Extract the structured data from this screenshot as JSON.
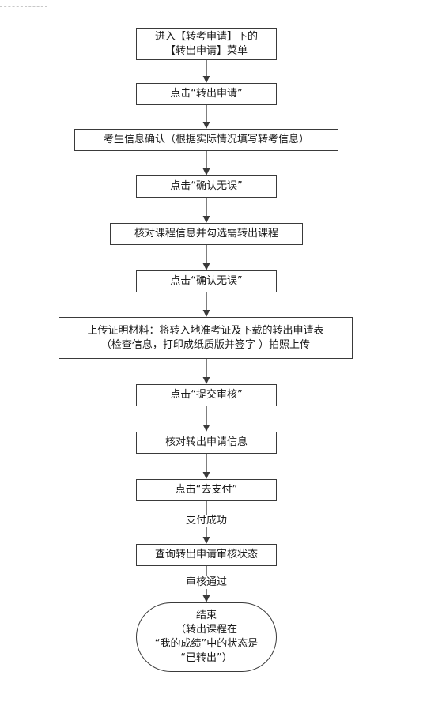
{
  "steps": [
    {
      "id": "enter-menu",
      "lines": [
        "进入【转考申请】下的",
        "【转出申请】菜单"
      ]
    },
    {
      "id": "click-transfer-out",
      "lines": [
        "点击“转出申请”"
      ]
    },
    {
      "id": "confirm-info",
      "lines": [
        "考生信息确认（根据实际情况填写转考信息）"
      ]
    },
    {
      "id": "click-confirm-1",
      "lines": [
        "点击“确认无误”"
      ]
    },
    {
      "id": "check-courses",
      "lines": [
        "核对课程信息并勾选需转出课程"
      ]
    },
    {
      "id": "click-confirm-2",
      "lines": [
        "点击“确认无误”"
      ]
    },
    {
      "id": "upload-proof",
      "lines": [
        "上传证明材料：将转入地准考证及下载的转出申请表",
        "（检查信息，打印成纸质版并签字  ）拍照上传"
      ]
    },
    {
      "id": "click-submit",
      "lines": [
        "点击“提交审核”"
      ]
    },
    {
      "id": "check-application",
      "lines": [
        "核对转出申请信息"
      ]
    },
    {
      "id": "click-pay",
      "lines": [
        "点击“去支付”"
      ]
    },
    {
      "id": "query-status",
      "lines": [
        "查询转出申请审核状态"
      ]
    },
    {
      "id": "end",
      "terminal": true,
      "lines": [
        "结束",
        "（转出课程在",
        "“我的成绩”中的状态是",
        "“已转出”）"
      ]
    }
  ],
  "edges": [
    {
      "from": "enter-menu",
      "to": "click-transfer-out",
      "label": ""
    },
    {
      "from": "click-transfer-out",
      "to": "confirm-info",
      "label": ""
    },
    {
      "from": "confirm-info",
      "to": "click-confirm-1",
      "label": ""
    },
    {
      "from": "click-confirm-1",
      "to": "check-courses",
      "label": ""
    },
    {
      "from": "check-courses",
      "to": "click-confirm-2",
      "label": ""
    },
    {
      "from": "click-confirm-2",
      "to": "upload-proof",
      "label": ""
    },
    {
      "from": "upload-proof",
      "to": "click-submit",
      "label": ""
    },
    {
      "from": "click-submit",
      "to": "check-application",
      "label": ""
    },
    {
      "from": "check-application",
      "to": "click-pay",
      "label": ""
    },
    {
      "from": "click-pay",
      "to": "query-status",
      "label": "支付成功"
    },
    {
      "from": "query-status",
      "to": "end",
      "label": "审核通过"
    }
  ],
  "colors": {
    "stroke": "#3a3a3a",
    "text": "#1a1a1a",
    "background": "#ffffff"
  }
}
